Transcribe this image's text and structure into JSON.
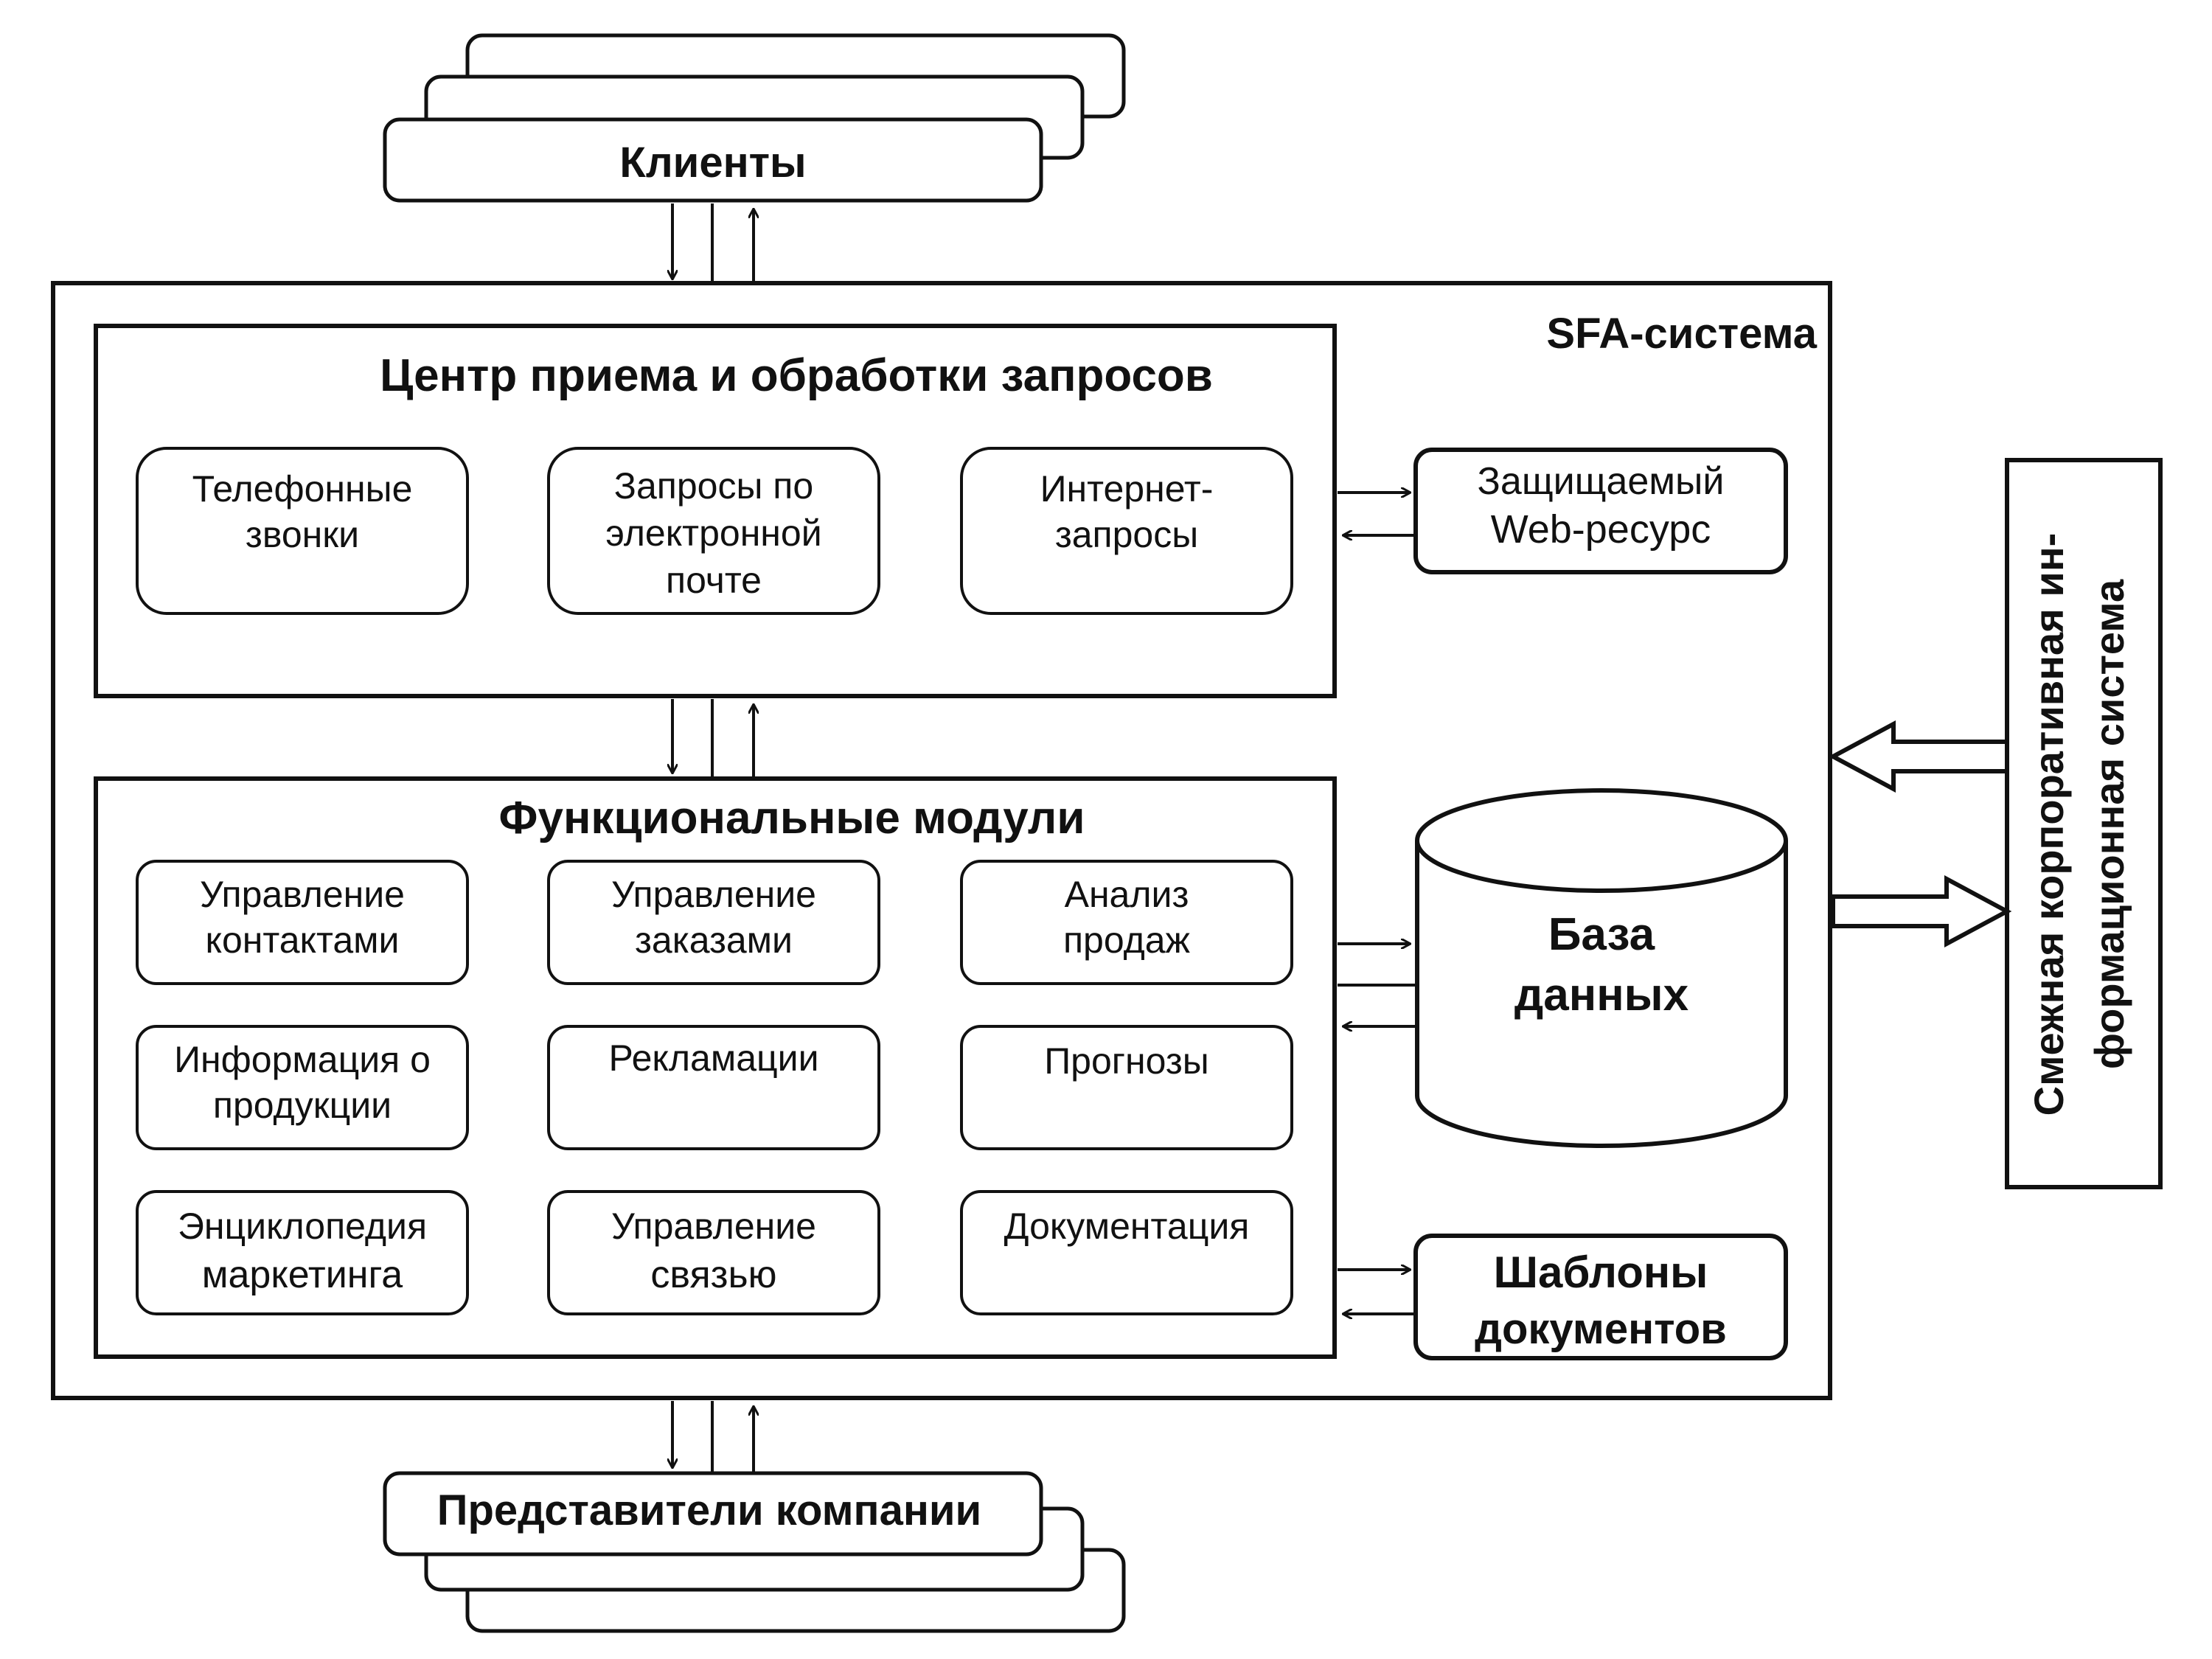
{
  "clients": {
    "label": "Клиенты"
  },
  "sfa": {
    "label": "SFA-система"
  },
  "request_center": {
    "title": "Центр приема и обработки запросов",
    "items": [
      {
        "lines": [
          "Телефонные",
          "звонки"
        ]
      },
      {
        "lines": [
          "Запросы по",
          "электронной",
          "почте"
        ]
      },
      {
        "lines": [
          "Интернет-",
          "запросы"
        ]
      }
    ]
  },
  "web_resource": {
    "lines": [
      "Защищаемый",
      "Web-ресурс"
    ]
  },
  "functional_modules": {
    "title": "Функциональные модули",
    "items": [
      {
        "lines": [
          "Управление",
          "контактами"
        ]
      },
      {
        "lines": [
          "Управление",
          "заказами"
        ]
      },
      {
        "lines": [
          "Анализ",
          "продаж"
        ]
      },
      {
        "lines": [
          "Информация о",
          "продукции"
        ]
      },
      {
        "lines": [
          "Рекламации"
        ]
      },
      {
        "lines": [
          "Прогнозы"
        ]
      },
      {
        "lines": [
          "Энциклопедия",
          "маркетинга"
        ]
      },
      {
        "lines": [
          "Управление",
          "связью"
        ]
      },
      {
        "lines": [
          "Документация"
        ]
      }
    ]
  },
  "database": {
    "lines": [
      "База",
      "данных"
    ]
  },
  "templates": {
    "lines": [
      "Шаблоны",
      "документов"
    ]
  },
  "adjacent_system": {
    "lines": [
      "Смежная корпоративная ин-",
      "формационная система"
    ]
  },
  "representatives": {
    "label": "Представители компании"
  },
  "colors": {
    "stroke": "#111111",
    "fill": "#ffffff",
    "text": "#111111"
  }
}
